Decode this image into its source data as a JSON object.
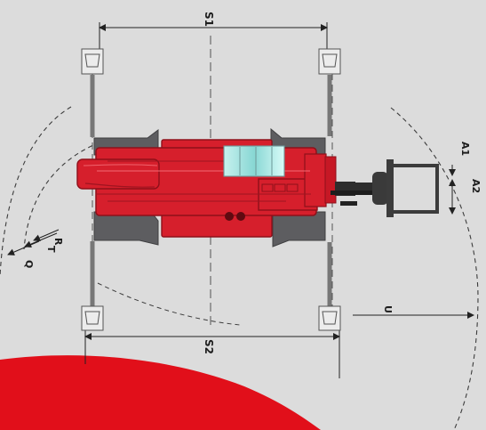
{
  "labels": {
    "s1": "S1",
    "s2": "S2",
    "a1": "A1",
    "a2": "A2",
    "u": "U",
    "r": "R",
    "t": "T",
    "q": "Q"
  },
  "colors": {
    "background": "#dcdcdc",
    "machine_red": "#d61f2c",
    "machine_dark_red": "#8e101a",
    "tyre_gray": "#5f5f61",
    "cabin_glass": "#8fd7d4",
    "line_dark": "#333333",
    "accent_red": "#e10f1a",
    "fork_gray": "#3d3d3d"
  },
  "icons": {
    "arrow": "dimension-arrow"
  }
}
